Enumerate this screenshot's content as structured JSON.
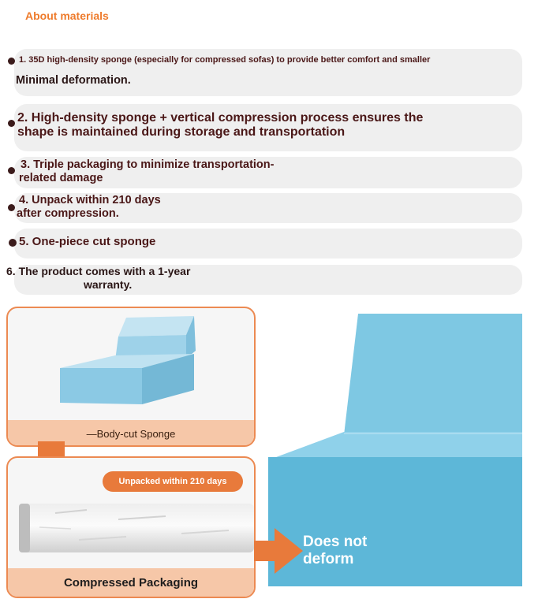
{
  "header": {
    "title": "About materials"
  },
  "features": [
    {
      "line1": "1. 35D high-density sponge (especially for compressed sofas) to provide better comfort and smaller",
      "line2": "Minimal deformation."
    },
    {
      "line1": "2. High-density sponge + vertical compression process ensures the",
      "line2": "shape is maintained during storage and transportation"
    },
    {
      "line1": "3. Triple packaging to minimize transportation-",
      "line2": "related damage"
    },
    {
      "line1": "4. Unpack within 210 days",
      "line2": "after compression."
    },
    {
      "line1": "5. One-piece cut sponge"
    },
    {
      "line1": "6. The product comes with a 1-year",
      "line2": "warranty."
    }
  ],
  "panels": {
    "sponge_label": "—Body-cut Sponge",
    "badge": "Unpacked within 210 days",
    "packaging_label": "Compressed Packaging",
    "result_label_line1": "Does not",
    "result_label_line2": "deform"
  },
  "colors": {
    "accent_orange": "#ee7b2c",
    "panel_border": "#ec8a52",
    "label_bar": "#f6c7a8",
    "badge": "#e87a3b",
    "sponge_blue": "#5db7d8",
    "feature_text": "#4a1717",
    "pill_bg": "#efefef"
  }
}
